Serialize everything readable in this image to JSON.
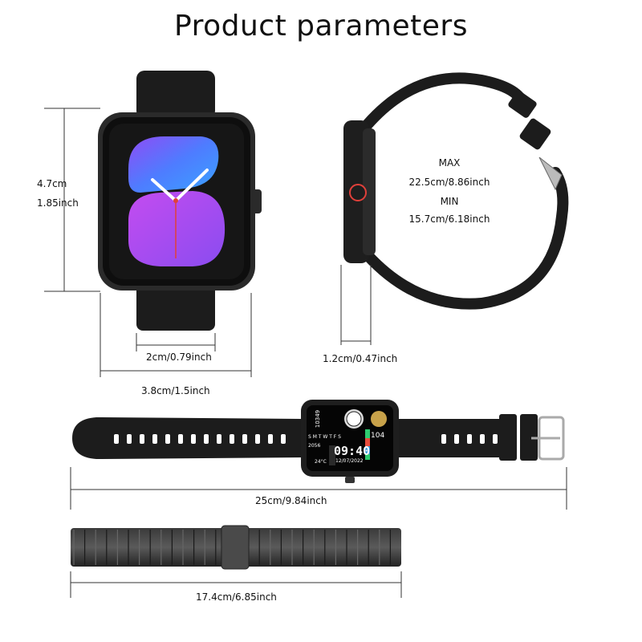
{
  "title": "Product parameters",
  "dimensions": {
    "watch_height": "4.7cm",
    "watch_height_inch": "1.85inch",
    "strap_width": "2cm/0.79inch",
    "watch_width": "3.8cm/1.5inch",
    "watch_thickness": "1.2cm/0.47inch",
    "wrist_max_label": "MAX",
    "wrist_max": "22.5cm/8.86inch",
    "wrist_min_label": "MIN",
    "wrist_min": "15.7cm/6.18inch",
    "silicone_strap_length": "25cm/9.84inch",
    "metal_strap_length": "17.4cm/6.85inch"
  },
  "watch_face": {
    "steps": "10349",
    "heart_rate": "104",
    "time": "09:40",
    "date": "12/07/2022",
    "weekdays": "S M T W T F S",
    "calories": "2056",
    "temperature": "24°C"
  },
  "colors": {
    "body": "#1e1e1e",
    "blob_top": "#4e7cff",
    "blob_bottom": "#b44cf0"
  }
}
